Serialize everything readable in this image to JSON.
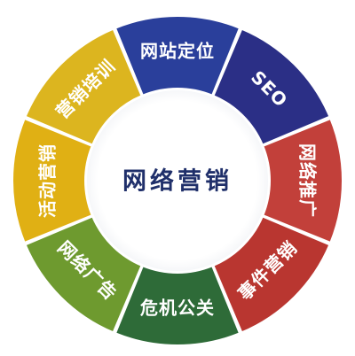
{
  "center": {
    "title": "网络营销"
  },
  "segments": [
    {
      "label": "网站定位",
      "color": "#2a3f9b"
    },
    {
      "label": "SEO",
      "color": "#2b2f86"
    },
    {
      "label": "网络推广",
      "color": "#c2403a"
    },
    {
      "label": "事件营销",
      "color": "#b93630"
    },
    {
      "label": "危机公关",
      "color": "#2e6b38"
    },
    {
      "label": "网络广告",
      "color": "#6e9a2f"
    },
    {
      "label": "活动营销",
      "color": "#e0b014"
    },
    {
      "label": "营销培训",
      "color": "#dcb51f"
    }
  ],
  "colors": {
    "center_fill": "#ffffff",
    "ring_gap": "#ffffff",
    "title_text": "#1f2f6a"
  }
}
